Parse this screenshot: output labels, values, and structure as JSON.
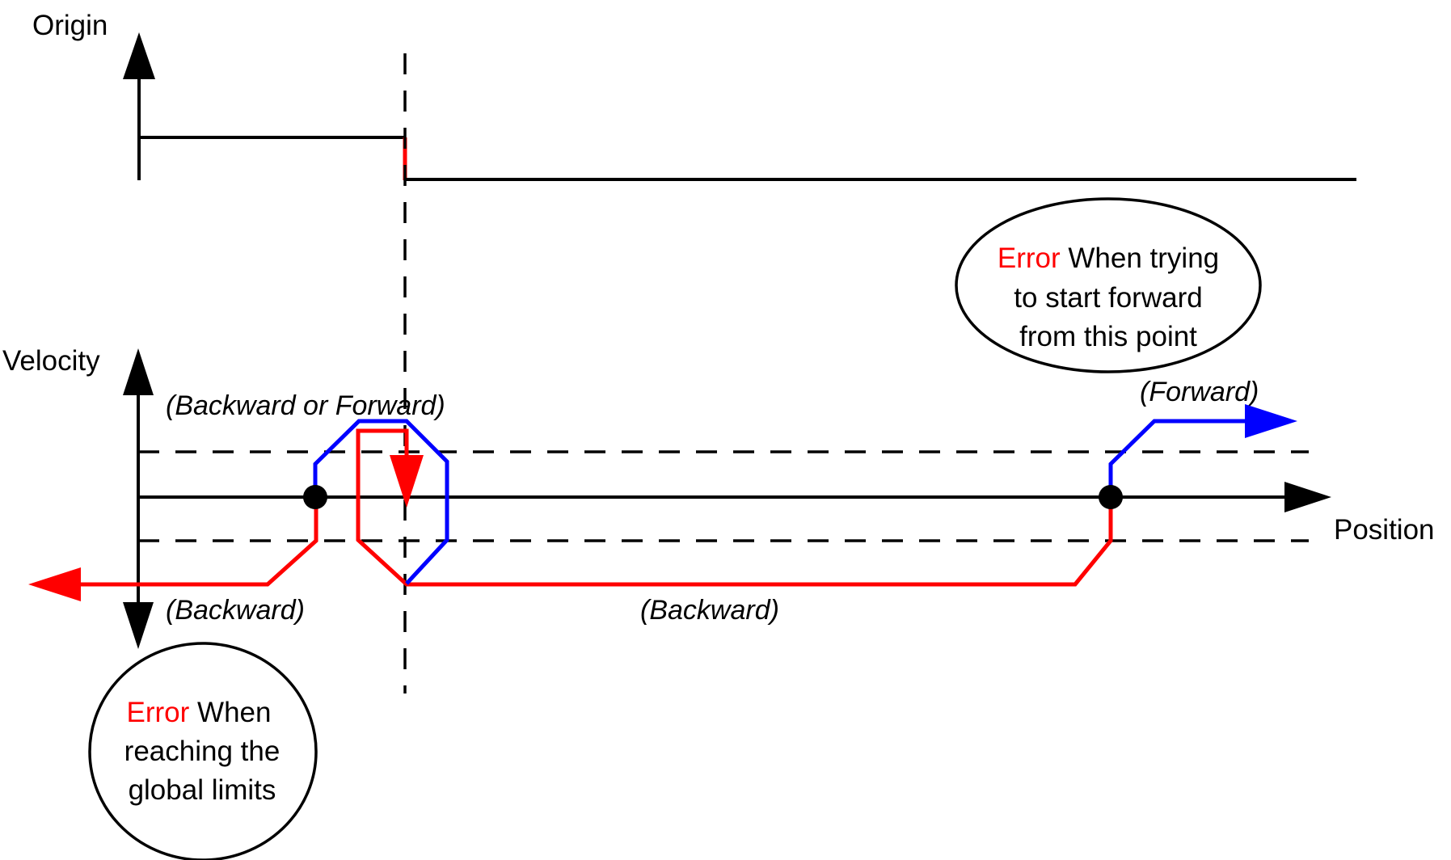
{
  "diagram": {
    "origin_axis_label": "Origin",
    "velocity_axis_label": "Velocity",
    "position_axis_label": "Position",
    "label_backward_or_forward": "(Backward or Forward)",
    "label_backward_left": "(Backward)",
    "label_backward_mid": "(Backward)",
    "label_forward": "(Forward)",
    "error_forward": {
      "error_word": "Error",
      "line1_rest": " When trying",
      "line2": "to start forward",
      "line3": "from this point"
    },
    "error_limits": {
      "error_word": "Error",
      "line1_rest": " When",
      "line2": "reaching the",
      "line3": "global limits"
    },
    "colors": {
      "error_path": "#ff0000",
      "forward_path": "#0000ff",
      "axes": "#000000"
    }
  }
}
